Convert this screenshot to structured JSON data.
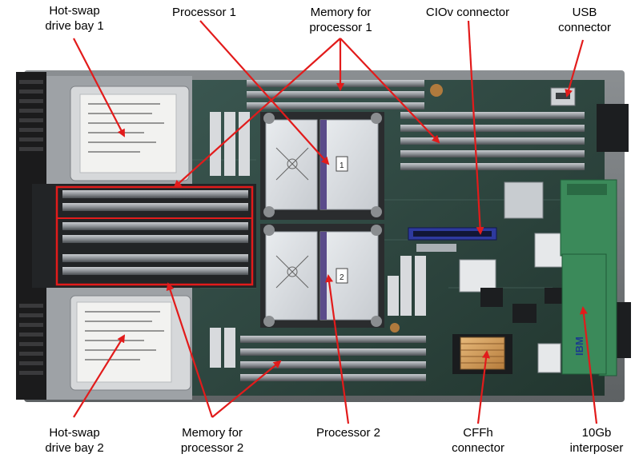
{
  "labels": {
    "hot_swap_bay_1": [
      "Hot-swap",
      "drive bay 1"
    ],
    "processor_1": "Processor 1",
    "memory_processor_1": [
      "Memory for",
      "processor 1"
    ],
    "ciov_connector": "CIOv connector",
    "usb_connector": [
      "USB",
      "connector"
    ],
    "hot_swap_bay_2": [
      "Hot-swap",
      "drive bay 2"
    ],
    "memory_processor_2": [
      "Memory for",
      "processor 2"
    ],
    "processor_2": "Processor 2",
    "cffh_connector": [
      "CFFh",
      "connector"
    ],
    "interposer_10gb": [
      "10Gb",
      "interposer"
    ]
  },
  "board_marks": {
    "cpu_socket_1": "1",
    "cpu_socket_2": "2",
    "card_brand": "IBM"
  },
  "colors": {
    "arrow": "#e21b1b",
    "board": "#2f4a45",
    "interposer_card": "#3b8a5a",
    "chassis": "#6e7275"
  }
}
